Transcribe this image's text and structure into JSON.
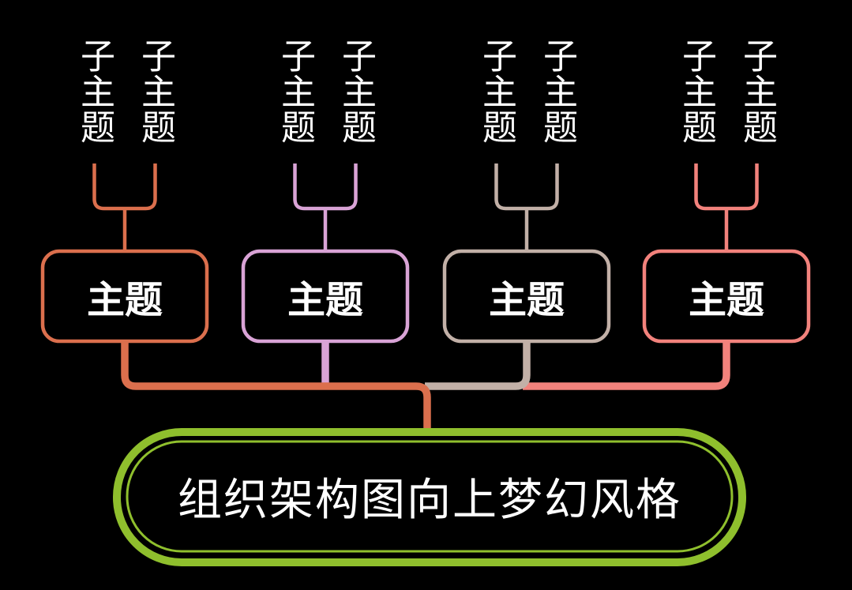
{
  "canvas": {
    "background": "#000000",
    "text_color": "#FFFFFF"
  },
  "root": {
    "label": "组织架构图向上梦幻风格",
    "border_color": "#8FBF2D"
  },
  "topics": [
    {
      "label": "主题",
      "color": "#DB6F4D",
      "subtopics": [
        "子主题",
        "子主题"
      ]
    },
    {
      "label": "主题",
      "color": "#D9A3D6",
      "subtopics": [
        "子主题",
        "子主题"
      ]
    },
    {
      "label": "主题",
      "color": "#C2B0A7",
      "subtopics": [
        "子主题",
        "子主题"
      ]
    },
    {
      "label": "主题",
      "color": "#F2827C",
      "subtopics": [
        "子主题",
        "子主题"
      ]
    }
  ]
}
